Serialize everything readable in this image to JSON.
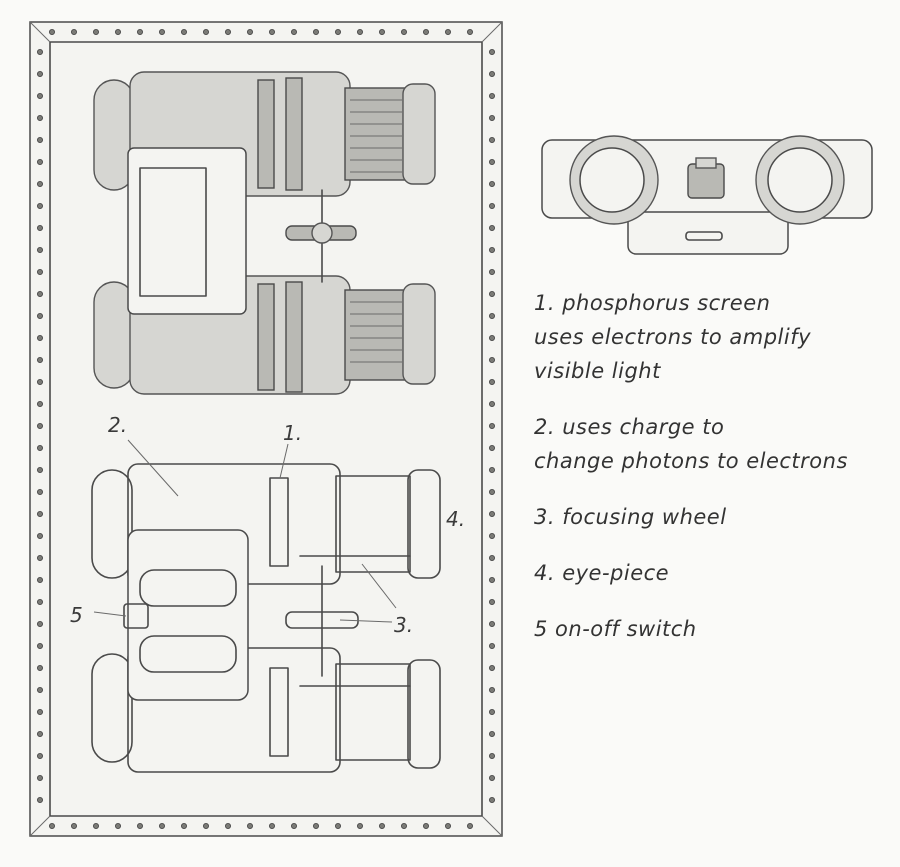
{
  "callouts": {
    "c1": "1.",
    "c2": "2.",
    "c3": "3.",
    "c4": "4.",
    "c5": "5"
  },
  "legend": [
    {
      "lines": [
        "1. phosphorus screen",
        "uses electrons to amplify",
        "visible light"
      ]
    },
    {
      "lines": [
        "2. uses charge to",
        "change photons to electrons"
      ]
    },
    {
      "lines": [
        "3. focusing wheel"
      ]
    },
    {
      "lines": [
        "4. eye-piece"
      ]
    },
    {
      "lines": [
        "5 on-off switch"
      ]
    }
  ]
}
